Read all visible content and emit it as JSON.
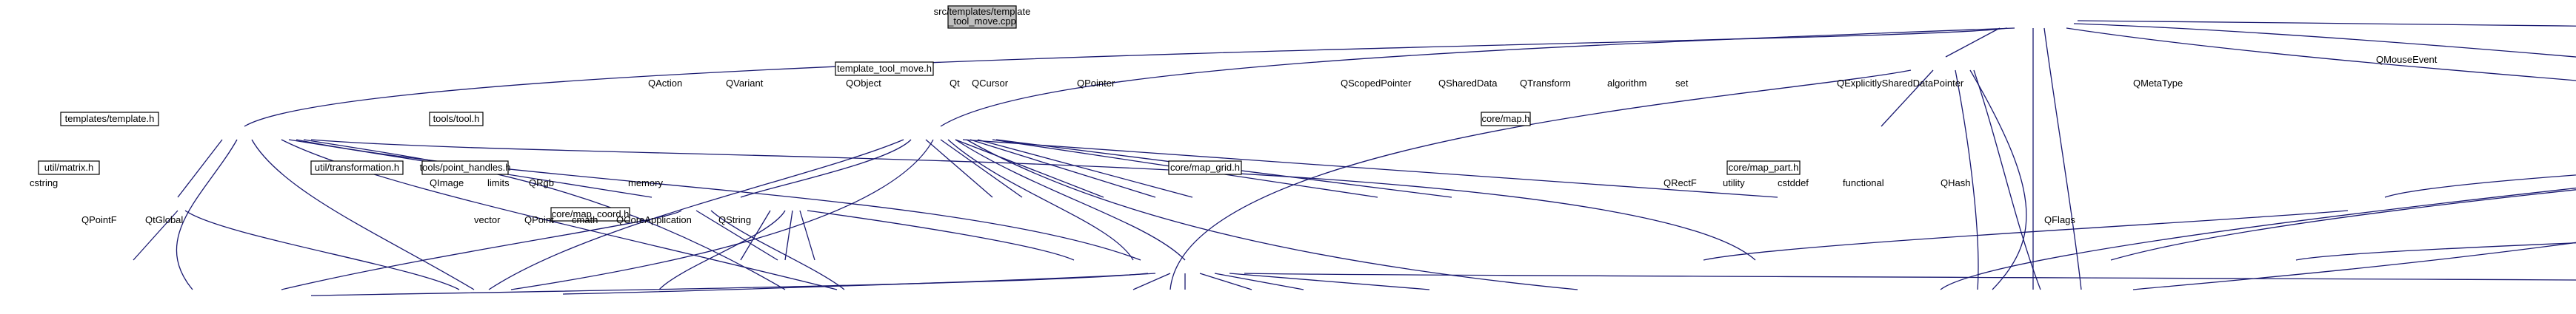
{
  "graph": {
    "root": [
      "src/templates/template",
      "_tool_move.cpp"
    ],
    "nodes": {
      "template_tool_move_h": "template_tool_move.h",
      "templates_template_h": "templates/template.h",
      "tools_tool_h": "tools/tool.h",
      "core_map_h": "core/map.h",
      "util_matrix_h": "util/matrix.h",
      "util_transformation_h": "util/transformation.h",
      "tools_point_handles_h": "tools/point_handles.h",
      "core_map_grid_h": "core/map_grid.h",
      "core_map_part_h": "core/map_part.h",
      "core_map_coord_h": "core/map_coord.h",
      "QMouseEvent": "QMouseEvent",
      "QObject": "QObject",
      "Qt": "Qt",
      "QCursor": "QCursor",
      "QPointer": "QPointer",
      "QAction": "QAction",
      "QVariant": "QVariant",
      "QScopedPointer": "QScopedPointer",
      "QSharedData": "QSharedData",
      "QTransform": "QTransform",
      "algorithm": "algorithm",
      "set": "set",
      "QExplicitlySharedDataPointer": "QExplicitlySharedDataPointer",
      "QMetaType": "QMetaType",
      "cstring": "cstring",
      "QImage": "QImage",
      "limits": "limits",
      "QRgb": "QRgb",
      "memory": "memory",
      "QRectF": "QRectF",
      "utility": "utility",
      "cstddef": "cstddef",
      "functional": "functional",
      "QHash": "QHash",
      "QPointF": "QPointF",
      "QtGlobal": "QtGlobal",
      "vector": "vector",
      "QPoint": "QPoint",
      "cmath": "cmath",
      "QCoreApplication": "QCoreApplication",
      "QString": "QString",
      "QFlags": "QFlags"
    }
  },
  "colors": {
    "edge": "#191970",
    "root_fill": "#bfbfbf",
    "box_fill": "#ffffff",
    "text": "#000000"
  }
}
